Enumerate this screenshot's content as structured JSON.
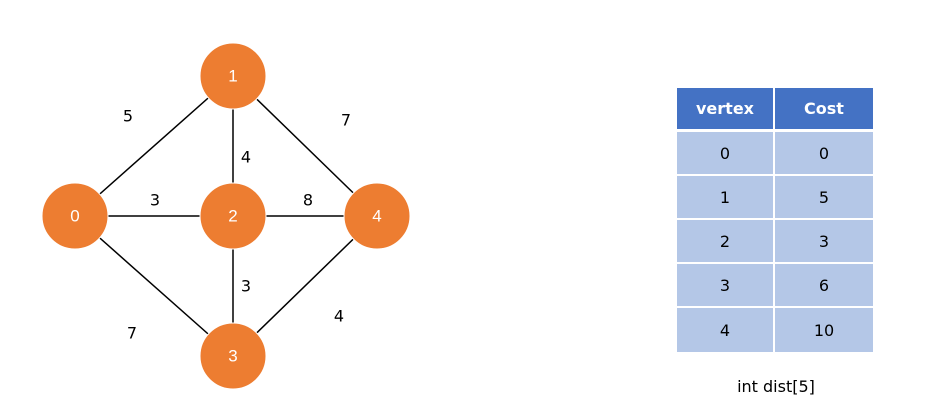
{
  "colors": {
    "node_fill": "#ED7D31",
    "node_text": "#FFFFFF",
    "edge": "#000000",
    "table_header_bg": "#4472C4",
    "table_cell_bg": "#B4C7E7"
  },
  "graph": {
    "nodes": [
      {
        "id": "0",
        "label": "0"
      },
      {
        "id": "1",
        "label": "1"
      },
      {
        "id": "2",
        "label": "2"
      },
      {
        "id": "3",
        "label": "3"
      },
      {
        "id": "4",
        "label": "4"
      }
    ],
    "edges": [
      {
        "from": "0",
        "to": "1",
        "weight": "5"
      },
      {
        "from": "0",
        "to": "2",
        "weight": "3"
      },
      {
        "from": "0",
        "to": "3",
        "weight": "7"
      },
      {
        "from": "1",
        "to": "2",
        "weight": "4"
      },
      {
        "from": "1",
        "to": "4",
        "weight": "7"
      },
      {
        "from": "2",
        "to": "4",
        "weight": "8"
      },
      {
        "from": "2",
        "to": "3",
        "weight": "3"
      },
      {
        "from": "3",
        "to": "4",
        "weight": "4"
      }
    ]
  },
  "table": {
    "headers": [
      "vertex",
      "Cost"
    ],
    "rows": [
      [
        "0",
        "0"
      ],
      [
        "1",
        "5"
      ],
      [
        "2",
        "3"
      ],
      [
        "3",
        "6"
      ],
      [
        "4",
        "10"
      ]
    ],
    "caption": "int dist[5]"
  }
}
